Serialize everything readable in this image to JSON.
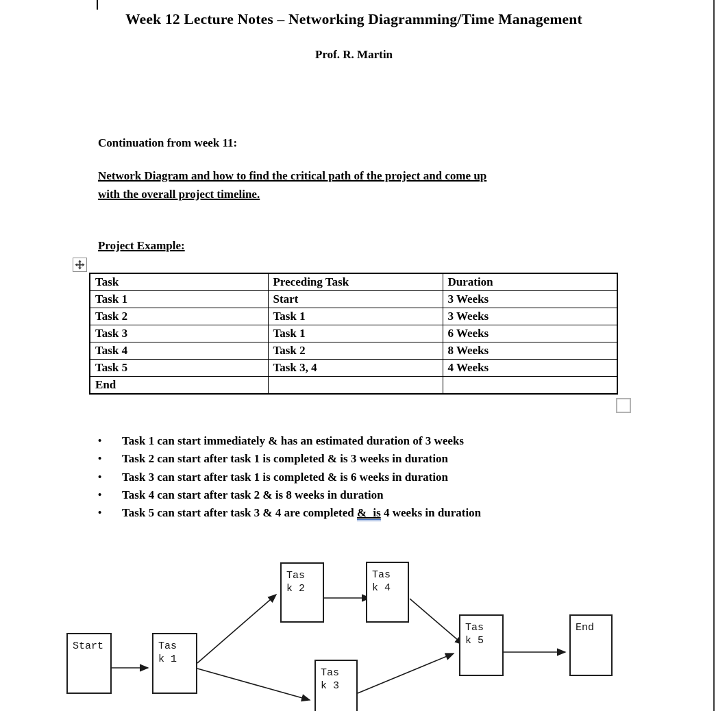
{
  "doc": {
    "title": "Week 12 Lecture Notes – Networking Diagramming/Time Management",
    "author": "Prof. R. Martin",
    "continuation": "Continuation from week 11:",
    "topic_line1": "Network Diagram and how to find the critical path of the project and come up",
    "topic_line2": "with the overall project timeline.",
    "example_heading": "Project Example:"
  },
  "table": {
    "headers": [
      "Task",
      "Preceding Task",
      "Duration"
    ],
    "rows": [
      [
        "Task 1",
        "Start",
        "3 Weeks"
      ],
      [
        "Task 2",
        "Task 1",
        "3 Weeks"
      ],
      [
        "Task 3",
        "Task 1",
        "6 Weeks"
      ],
      [
        "Task 4",
        "Task 2",
        "8 Weeks"
      ],
      [
        "Task 5",
        "Task 3, 4",
        "4 Weeks"
      ],
      [
        "End",
        "",
        ""
      ]
    ]
  },
  "bullets": [
    "Task 1 can start immediately & has an estimated duration of 3 weeks",
    "Task 2 can start after task 1 is completed & is 3 weeks in duration",
    "Task 3 can start after task 1 is completed & is 6 weeks in duration",
    "Task 4 can start after task 2 & is 8 weeks in duration"
  ],
  "bullet5": {
    "prefix": "Task 5 can start after task 3 & 4 are completed",
    "marked": "& is",
    "suffix": "4 weeks in duration"
  },
  "diagram": {
    "nodes": {
      "start": {
        "l1": "Start",
        "l2": ""
      },
      "task1": {
        "l1": "Tas",
        "l2": "k 1"
      },
      "task2": {
        "l1": "Tas",
        "l2": "k 2"
      },
      "task3": {
        "l1": "Tas",
        "l2": "k 3"
      },
      "task4": {
        "l1": "Tas",
        "l2": "k 4"
      },
      "task5": {
        "l1": "Tas",
        "l2": "k 5"
      },
      "end": {
        "l1": "End",
        "l2": ""
      }
    },
    "edges": [
      {
        "from": "Start",
        "to": "Task 1"
      },
      {
        "from": "Task 1",
        "to": "Task 2"
      },
      {
        "from": "Task 1",
        "to": "Task 3"
      },
      {
        "from": "Task 2",
        "to": "Task 4"
      },
      {
        "from": "Task 4",
        "to": "Task 5"
      },
      {
        "from": "Task 3",
        "to": "Task 5"
      },
      {
        "from": "Task 5",
        "to": "End"
      }
    ]
  },
  "icons": {
    "table_move": "four-way-move-arrow",
    "table_resize": "resize-square"
  },
  "colors": {
    "text": "#000000",
    "grammar_underline": "#4472c4",
    "handle_border": "#b3b3b3",
    "page_edge": "#3a3a3a"
  }
}
